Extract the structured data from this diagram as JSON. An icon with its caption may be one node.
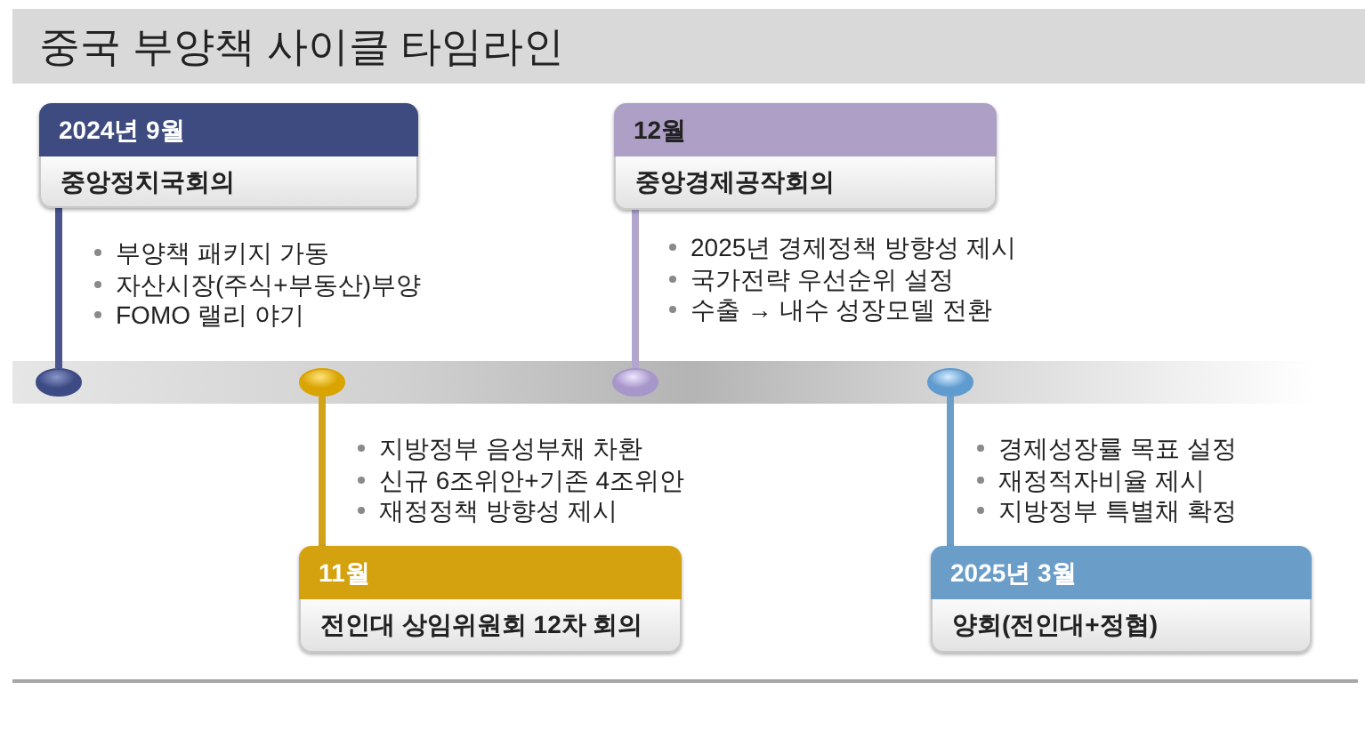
{
  "diagram": {
    "title": "중국 부양책 사이클 타임라인",
    "nodes": [
      {
        "text": [
          "2024년 9월",
          "중앙정치국회의"
        ],
        "beside": [
          "부양책 패키지 가동",
          "자산시장(주식+부동산)부양",
          "FOMO 랠리 야기"
        ]
      },
      {
        "text": [
          "12월",
          "중앙경제공작회의"
        ],
        "beside": [
          "2025년 경제정책 방향성 제시",
          "국가전략 우선순위 설정",
          "수출 → 내수 성장모델 전환"
        ]
      },
      {
        "text": [
          "11월",
          "전인대 상임위원회 12차 회의"
        ],
        "beside": [
          "지방정부 음성부채 차환",
          "신규 6조위안+기존 4조위안",
          "재정정책 방향성 제시"
        ]
      },
      {
        "text": [
          "2025년 3월",
          "양회(전인대+정협)"
        ],
        "beside": [
          "경제성장률 목표 설정",
          "재정적자비율 제시",
          "지방정부 특별채 확정"
        ]
      },
      {
        "text": [],
        "shape": "circle"
      },
      {
        "text": [],
        "shape": "circle"
      },
      {
        "text": [],
        "shape": "circle"
      },
      {
        "text": [],
        "shape": "circle"
      }
    ],
    "edges": [
      {
        "from": 0,
        "to": 4,
        "arrow": "none",
        "color": "#4a5590"
      },
      {
        "from": 2,
        "to": 5,
        "arrow": "none",
        "color": "#d2a21a"
      },
      {
        "from": 1,
        "to": 6,
        "arrow": "none",
        "color": "#b3a5cd"
      },
      {
        "from": 3,
        "to": 7,
        "arrow": "none",
        "color": "#6a9ec9"
      }
    ]
  }
}
